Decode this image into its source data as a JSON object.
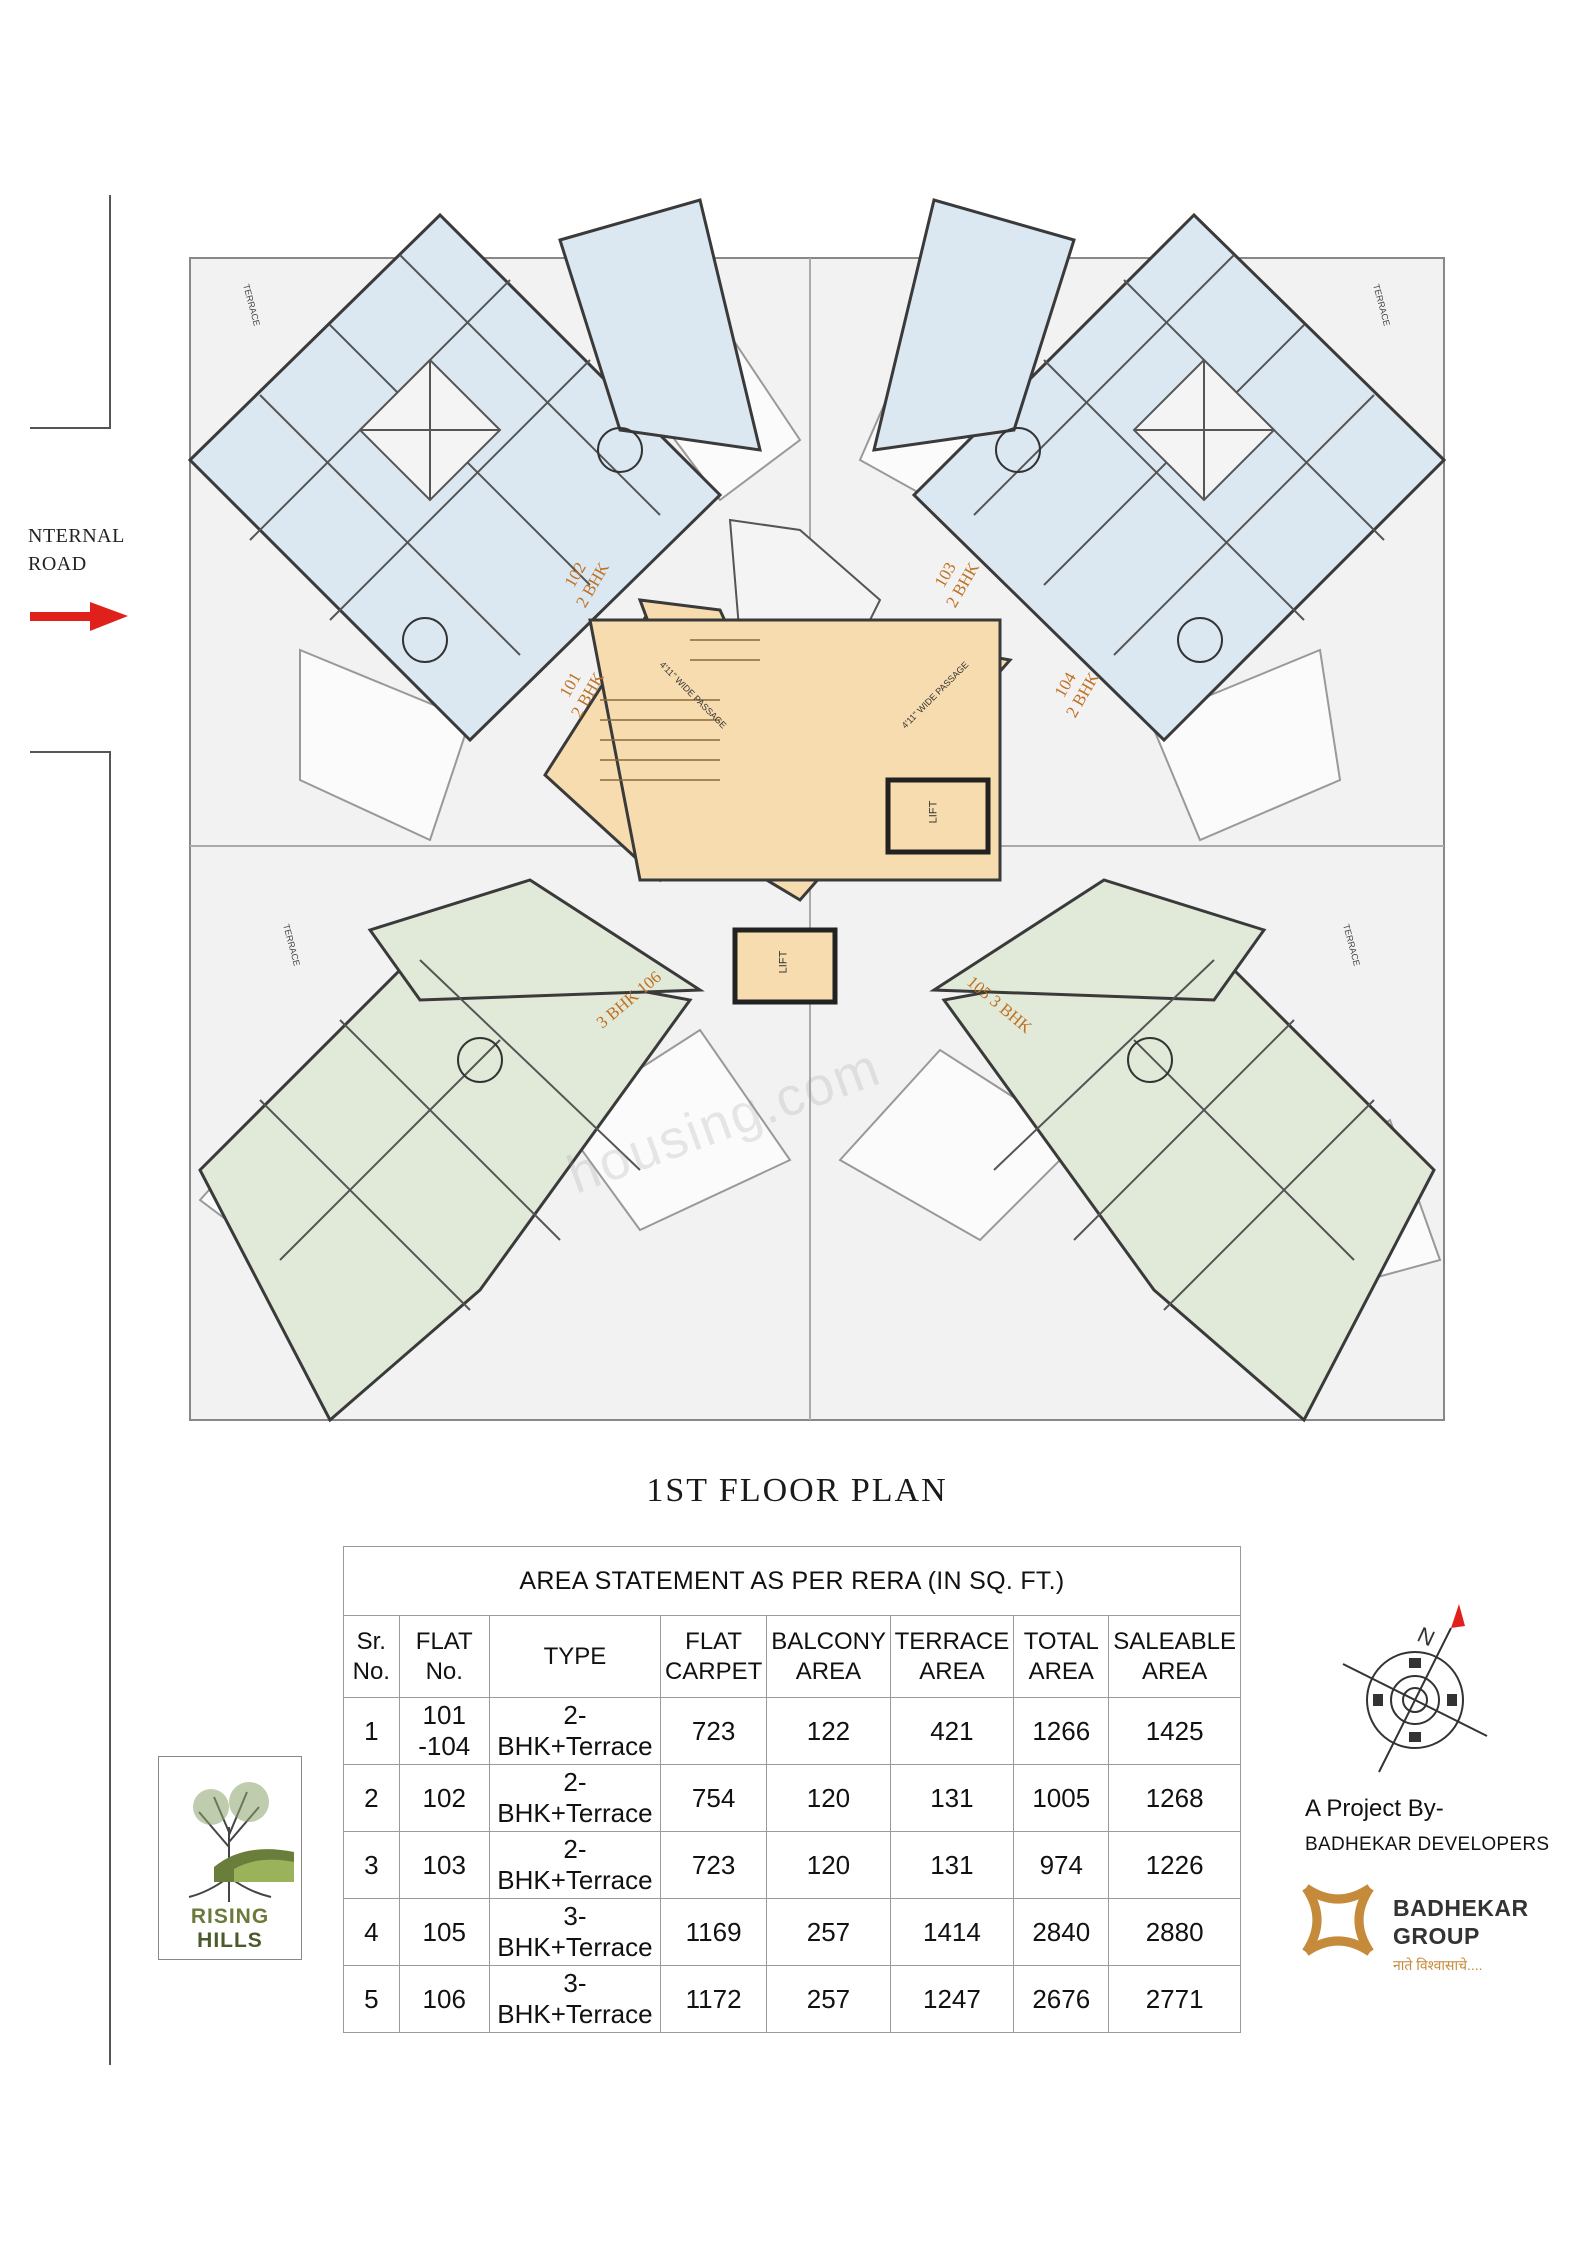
{
  "road": {
    "line1": "NTERNAL",
    "line2": "ROAD"
  },
  "plan_title": "1ST  FLOOR PLAN",
  "flats": [
    {
      "id": "102",
      "no": "102",
      "type": "2 BHK",
      "color": "#dbe8f2"
    },
    {
      "id": "101",
      "no": "101",
      "type": "2 BHK",
      "color": "#dbe8f2"
    },
    {
      "id": "103",
      "no": "103",
      "type": "2 BHK",
      "color": "#dbe8f2"
    },
    {
      "id": "104",
      "no": "104",
      "type": "2 BHK",
      "color": "#dbe8f2"
    },
    {
      "id": "106",
      "label": "3 BHK 106",
      "color": "#e1ead8"
    },
    {
      "id": "105",
      "label": "105 3 BHK",
      "color": "#e1ead8"
    }
  ],
  "core": {
    "passage_left": "4'11\" WIDE PASSAGE",
    "passage_right": "4'11\" WIDE PASSAGE",
    "lift": "LIFT",
    "color": "#f7dcb0"
  },
  "terrace_label": "TERRACE",
  "area_table": {
    "caption": "AREA STATEMENT  AS PER RERA (IN SQ. FT.)",
    "headers": [
      "Sr. No.",
      "FLAT No.",
      "TYPE",
      "FLAT CARPET",
      "BALCONY AREA",
      "TERRACE AREA",
      "TOTAL AREA",
      "SALEABLE AREA"
    ],
    "rows": [
      [
        "1",
        "101 -104",
        "2-BHK+Terrace",
        "723",
        "122",
        "421",
        "1266",
        "1425"
      ],
      [
        "2",
        "102",
        "2-BHK+Terrace",
        "754",
        "120",
        "131",
        "1005",
        "1268"
      ],
      [
        "3",
        "103",
        "2-BHK+Terrace",
        "723",
        "120",
        "131",
        "974",
        "1226"
      ],
      [
        "4",
        "105",
        "3-BHK+Terrace",
        "1169",
        "257",
        "1414",
        "2840",
        "2880"
      ],
      [
        "5",
        "106",
        "3-BHK+Terrace",
        "1172",
        "257",
        "1247",
        "2676",
        "2771"
      ]
    ]
  },
  "compass": {
    "north": "N"
  },
  "project_by": "A Project By-",
  "developer": "BADHEKAR DEVELOPERS",
  "badhekar_logo": {
    "line1": "BADHEKAR",
    "line2": "GROUP",
    "tagline": "नाते विश्वासाचे....",
    "color": "#c58a3a"
  },
  "rising_hills_logo": {
    "line1": "RISING",
    "line2": "HILLS"
  },
  "watermark": "housing.com"
}
